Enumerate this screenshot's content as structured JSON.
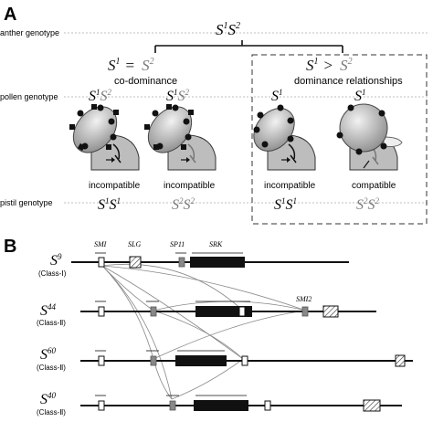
{
  "panel_a": {
    "letter": "A",
    "row_labels": {
      "anther": "anther genotype",
      "pollen": "pollen genotype",
      "pistil": "pistil genotype"
    },
    "anther_genotype": {
      "base": "S",
      "sup1": "1",
      "base2": "S",
      "sup2": "2"
    },
    "codominance": {
      "relation": {
        "left": "S",
        "left_sup": "1",
        "op": "=",
        "right": "S",
        "right_sup": "2"
      },
      "title": "co-dominance"
    },
    "dominance": {
      "relation": {
        "left": "S",
        "left_sup": "1",
        "op": ">",
        "right": "S",
        "right_sup": "2"
      },
      "title": "dominance relationships"
    },
    "columns": [
      {
        "pollen": {
          "a": "S",
          "a_sup": "1",
          "b": "S",
          "b_sup": "2"
        },
        "result": "incompatible",
        "pistil": {
          "a": "S",
          "a_sup": "1",
          "b": "S",
          "b_sup": "1"
        }
      },
      {
        "pollen": {
          "a": "S",
          "a_sup": "1",
          "b": "S",
          "b_sup": "2"
        },
        "result": "incompatible",
        "pistil": {
          "a": "S",
          "a_sup": "2",
          "b": "S",
          "b_sup": "2"
        }
      },
      {
        "pollen": {
          "a": "S",
          "a_sup": "1"
        },
        "result": "incompatible",
        "pistil": {
          "a": "S",
          "a_sup": "1",
          "b": "S",
          "b_sup": "1"
        }
      },
      {
        "pollen": {
          "a": "S",
          "a_sup": "1"
        },
        "result": "compatible",
        "pistil": {
          "a": "S",
          "a_sup": "2",
          "b": "S",
          "b_sup": "2"
        }
      }
    ]
  },
  "panel_b": {
    "letter": "B",
    "gene_labels": {
      "smi": "SMI",
      "slg": "SLG",
      "sp11": "SP11",
      "srk": "SRK",
      "smi2": "SMI2"
    },
    "haplotypes": [
      {
        "name": "S",
        "sup": "9",
        "cls": "(Class-Ⅰ)"
      },
      {
        "name": "S",
        "sup": "44",
        "cls": "(Class-Ⅱ)"
      },
      {
        "name": "S",
        "sup": "60",
        "cls": "(Class-Ⅱ)"
      },
      {
        "name": "S",
        "sup": "40",
        "cls": "(Class-Ⅱ)"
      }
    ]
  },
  "colors": {
    "gray_text": "#7a7a7a",
    "dark": "#111111",
    "pollen_fill": "#cfcfcf",
    "pistil_fill": "#bdbdbd"
  }
}
